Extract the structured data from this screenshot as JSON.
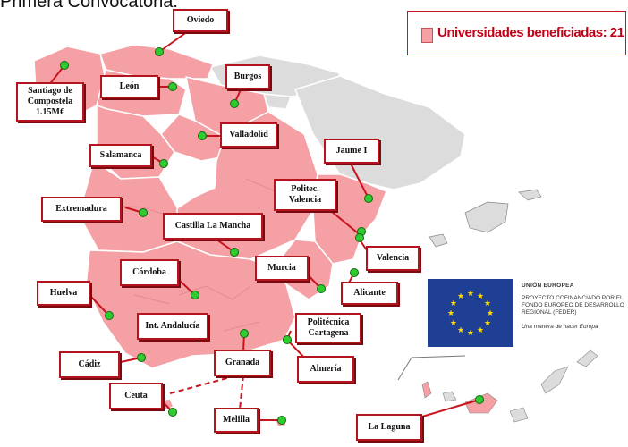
{
  "title": "Primera Convocatoria:",
  "legend": {
    "text": "Universidades beneficiadas: 21",
    "swatch_color": "#f4a0a4"
  },
  "colors": {
    "beneficiary_fill": "#f4a0a4",
    "other_fill": "#dcdcdc",
    "border": "#ffffff",
    "label_border": "#b4141e",
    "leader_line": "#c8141e",
    "marker": "#2ecc2e"
  },
  "universities": [
    {
      "id": "oviedo",
      "label": "Oviedo"
    },
    {
      "id": "santiago",
      "label": "Santiago de Compostela 1.15M€"
    },
    {
      "id": "leon",
      "label": "León"
    },
    {
      "id": "burgos",
      "label": "Burgos"
    },
    {
      "id": "valladolid",
      "label": "Valladolid"
    },
    {
      "id": "salamanca",
      "label": "Salamanca"
    },
    {
      "id": "jaume",
      "label": "Jaume I"
    },
    {
      "id": "extremadura",
      "label": "Extremadura"
    },
    {
      "id": "politec-valencia",
      "label": "Politec. Valencia"
    },
    {
      "id": "castilla",
      "label": "Castilla La Mancha"
    },
    {
      "id": "valencia",
      "label": "Valencia"
    },
    {
      "id": "cordoba",
      "label": "Córdoba"
    },
    {
      "id": "murcia",
      "label": "Murcia"
    },
    {
      "id": "alicante",
      "label": "Alicante"
    },
    {
      "id": "huelva",
      "label": "Huelva"
    },
    {
      "id": "politecnica-cartagena",
      "label": "Politécnica Cartagena"
    },
    {
      "id": "int-andalucia",
      "label": "Int. Andalucía"
    },
    {
      "id": "granada",
      "label": "Granada"
    },
    {
      "id": "cadiz",
      "label": "Cádiz"
    },
    {
      "id": "almeria",
      "label": "Almería"
    },
    {
      "id": "ceuta",
      "label": "Ceuta"
    },
    {
      "id": "melilla",
      "label": "Melilla"
    },
    {
      "id": "la-laguna",
      "label": "La Laguna"
    }
  ],
  "eu_logo": {
    "line1": "UNIÓN EUROPEA",
    "line2": "PROYECTO COFINANCIADO POR EL FONDO EUROPEO DE DESARROLLO REGIONAL (FEDER)",
    "line3": "Una manera de hacer Europa",
    "flag_color": "#1f3f95",
    "star_color": "#ffdd00"
  }
}
